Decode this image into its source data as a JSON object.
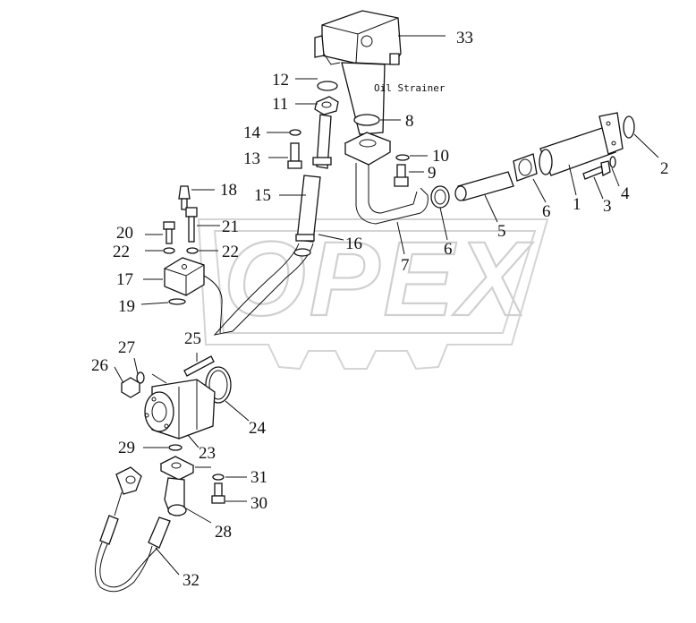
{
  "watermark": "OPEX",
  "note": "Oil Strainer",
  "labels": [
    "33",
    "12",
    "11",
    "8",
    "14",
    "10",
    "13",
    "9",
    "18",
    "15",
    "21",
    "16",
    "20",
    "22",
    "22",
    "17",
    "19",
    "7",
    "6",
    "5",
    "6",
    "1",
    "3",
    "4",
    "2",
    "25",
    "27",
    "26",
    "24",
    "23",
    "29",
    "31",
    "30",
    "28",
    "32"
  ]
}
